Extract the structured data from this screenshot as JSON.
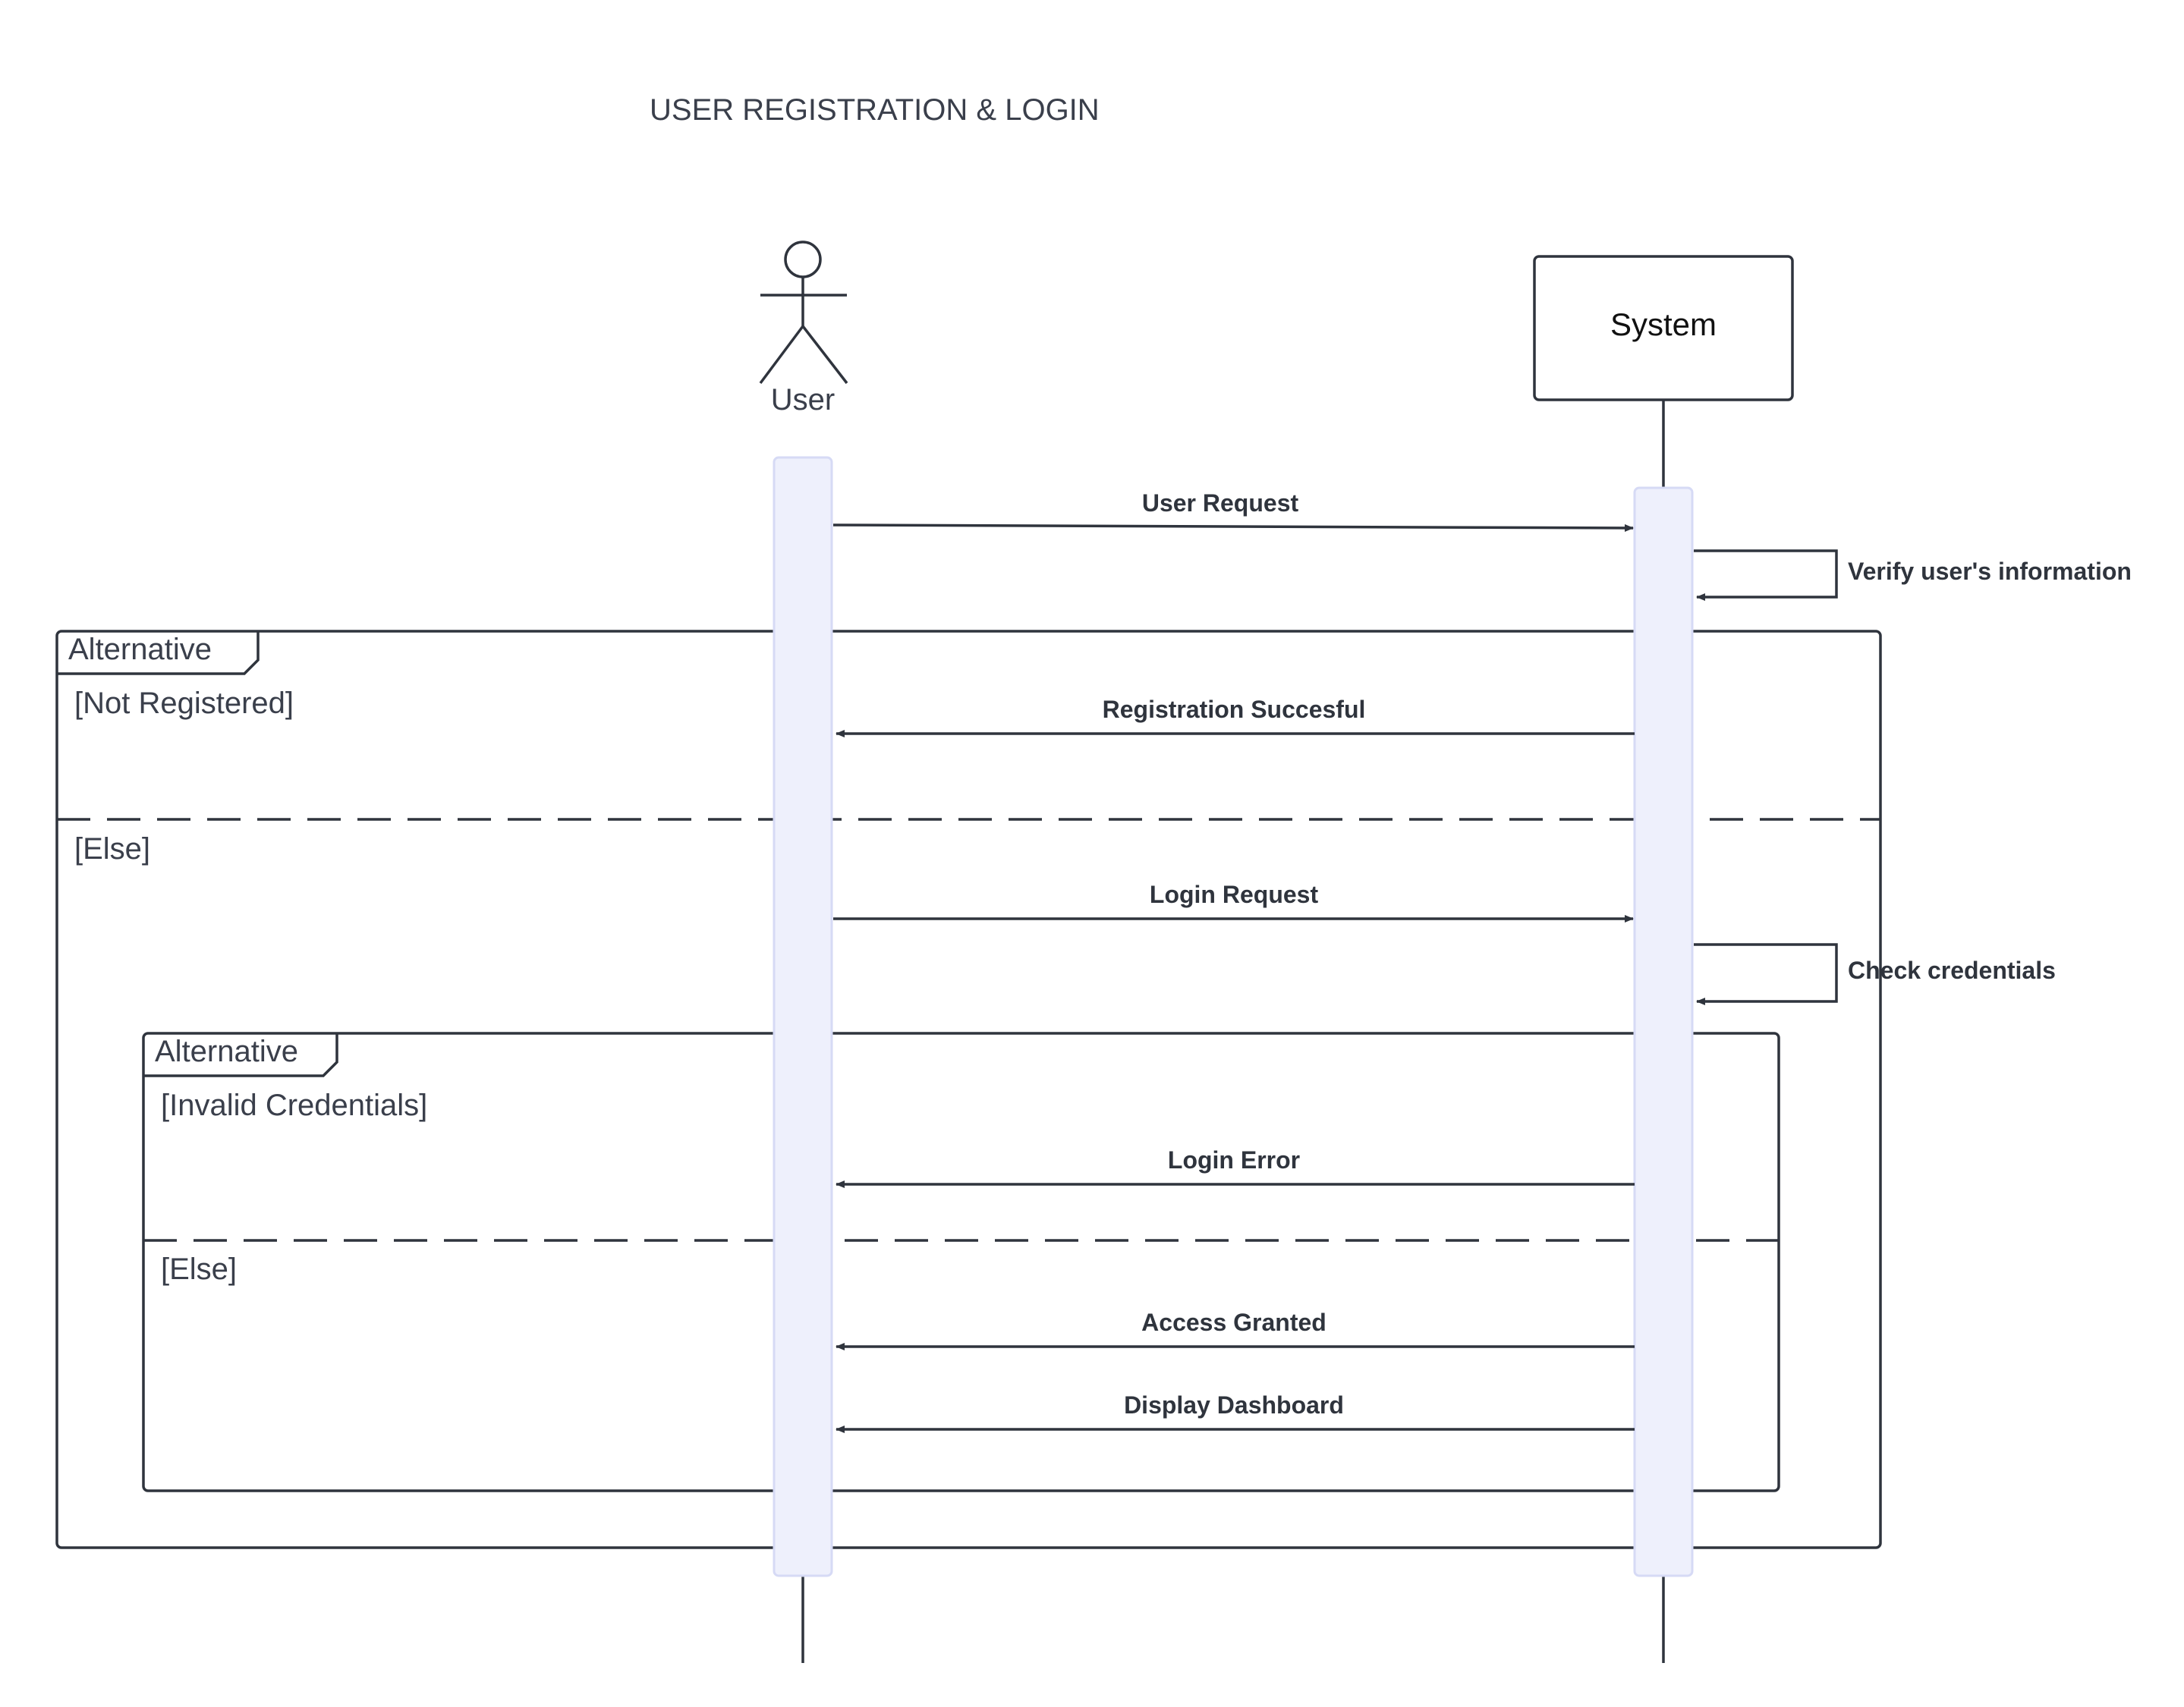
{
  "title": "USER REGISTRATION  & LOGIN",
  "participants": {
    "user": {
      "label": "User",
      "kind": "actor"
    },
    "system": {
      "label": "System",
      "kind": "box"
    }
  },
  "messages": {
    "user_request": "User Request",
    "verify_info": "Verify user's information",
    "registration_success": "Registration Succesful",
    "login_request": "Login Request",
    "check_credentials": "Check credentials",
    "login_error": "Login Error",
    "access_granted": "Access Granted",
    "display_dashboard": "Display Dashboard"
  },
  "outer_frame": {
    "tag": "Alternative",
    "guard_1": "[Not Registered]",
    "guard_2": "[Else]"
  },
  "inner_frame": {
    "tag": "Alternative",
    "guard_1": "[Invalid Credentials]",
    "guard_2": "[Else]"
  },
  "colors": {
    "line": "#2f343d",
    "activation_fill": "#eef0fc",
    "activation_border": "#d6daf5"
  }
}
